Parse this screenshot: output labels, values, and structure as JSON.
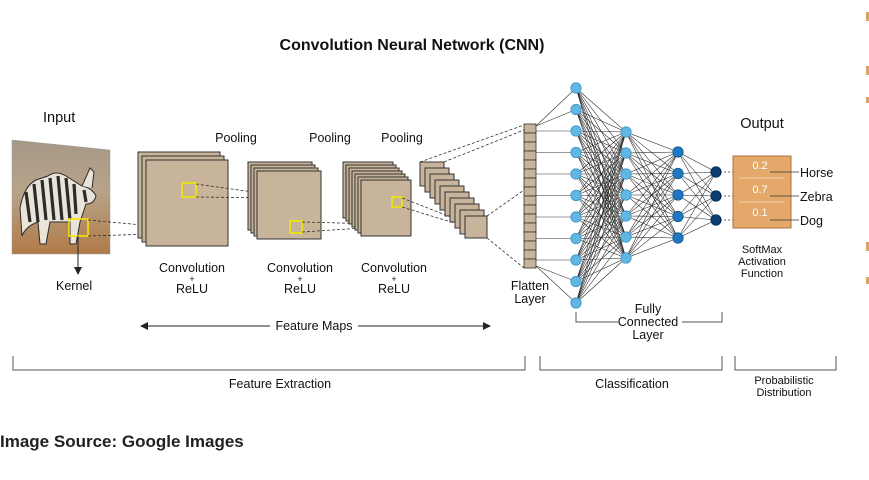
{
  "title": "Convolution  Neural  Network (CNN)",
  "input": {
    "label": "Input",
    "kernel_label": "Kernel"
  },
  "layers": {
    "pooling": [
      "Pooling",
      "Pooling",
      "Pooling"
    ],
    "conv": [
      {
        "line1": "Convolution",
        "plus": "+",
        "line2": "ReLU"
      },
      {
        "line1": "Convolution",
        "plus": "+",
        "line2": "ReLU"
      },
      {
        "line1": "Convolution",
        "plus": "+",
        "line2": "ReLU"
      }
    ],
    "feature_maps": "Feature  Maps",
    "flatten": [
      "Flatten",
      "Layer"
    ],
    "fully_connected": [
      "Fully",
      "Connected",
      "Layer"
    ]
  },
  "output": {
    "label": "Output",
    "values": [
      "0.2",
      "0.7",
      "0.1"
    ],
    "classes": [
      "Horse",
      "Zebra",
      "Dog"
    ],
    "softmax": [
      "SoftMax",
      "Activation",
      "Function"
    ]
  },
  "sections": {
    "feature_extraction": "Feature Extraction",
    "classification": "Classification",
    "probabilistic": [
      "Probabilistic",
      "Distribution"
    ]
  },
  "source": "Image Source: Google Images",
  "colors": {
    "map_fill": "#c8b49a",
    "node_light": "#62b6e3",
    "node_mid": "#1e77c0",
    "node_dark": "#0b3d6e",
    "output_box": "#e4a86a",
    "kernel": "#f2e600",
    "side_mark": "#d9a45a"
  }
}
